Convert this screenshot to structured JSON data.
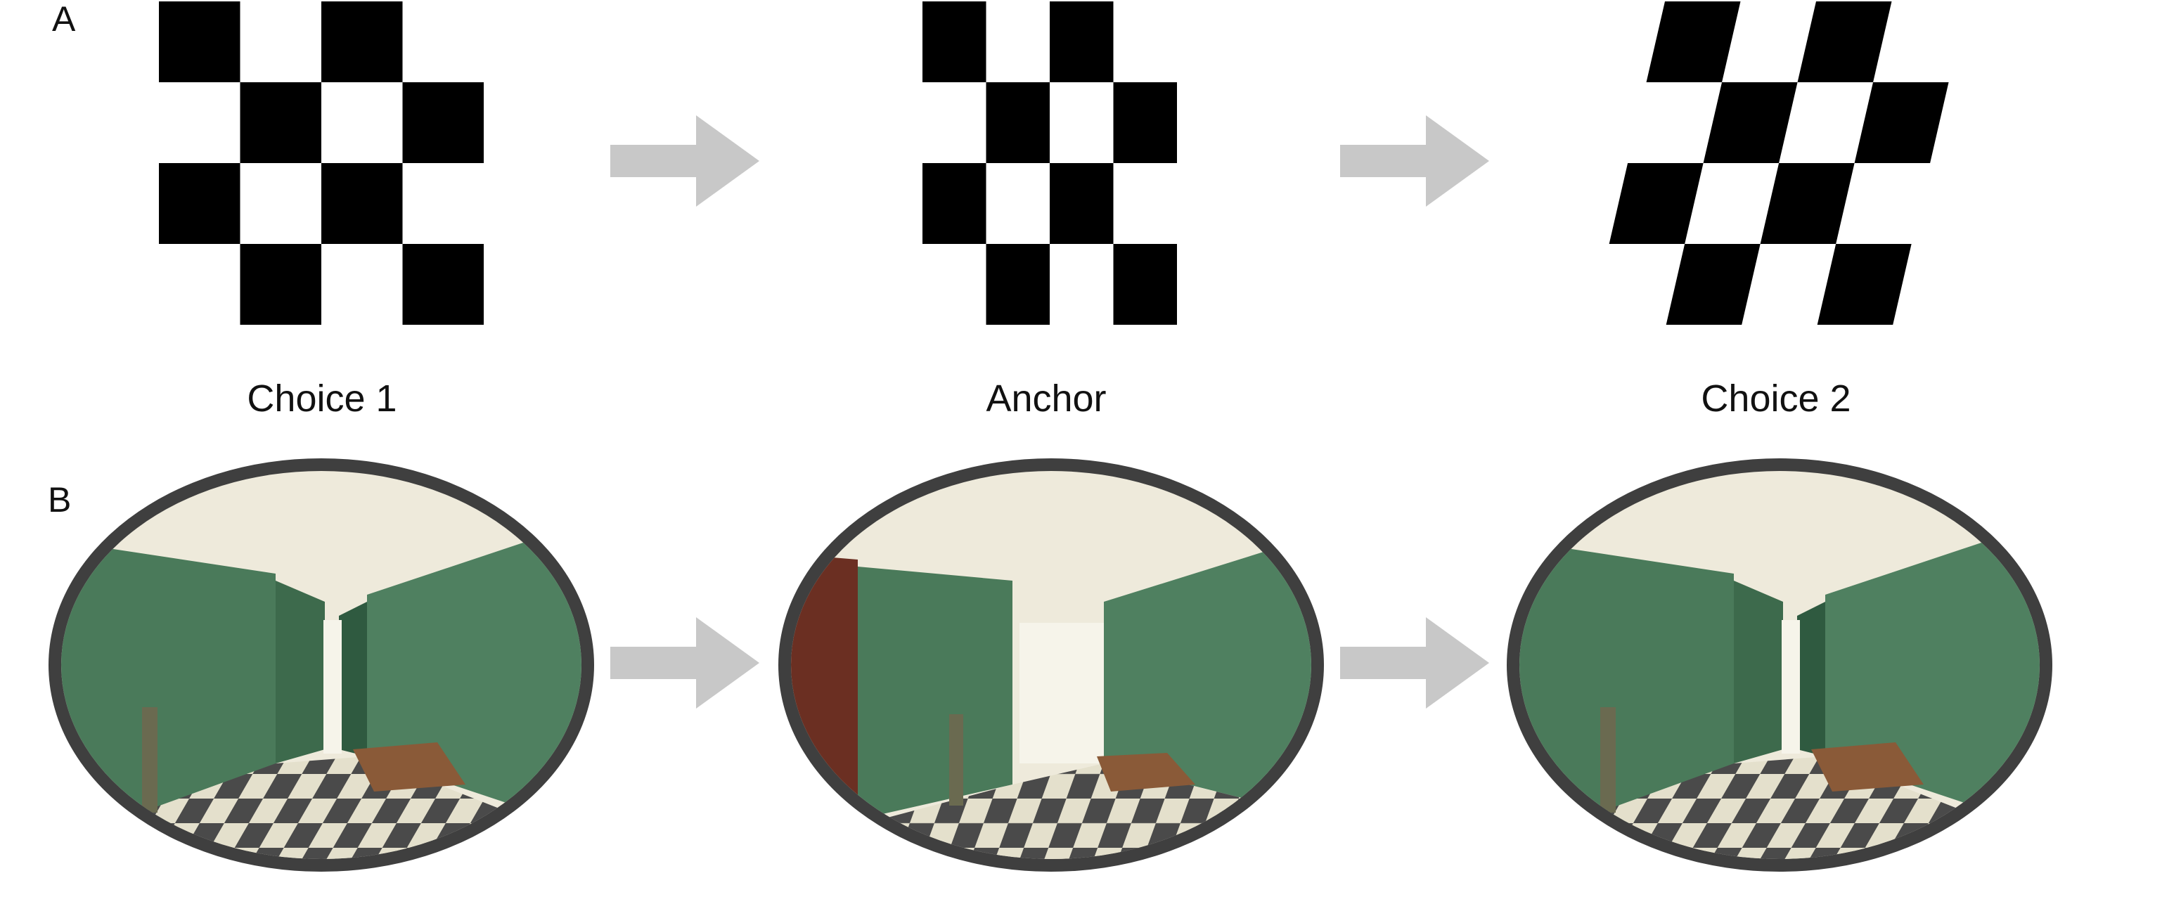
{
  "panels": {
    "a": {
      "letter": "A"
    },
    "b": {
      "letter": "B"
    }
  },
  "captions": {
    "choice_1": "Choice 1",
    "anchor": "Anchor",
    "choice_2": "Choice 2"
  },
  "colors": {
    "checker_dark": "#000000",
    "checker_light": "#ffffff",
    "arrow": "#c8c8c8",
    "lens_frame": "#3f3f3f",
    "wall_green": "#4a7a5a",
    "ceiling": "#eeeadb",
    "floor_light": "#e4e0cc",
    "floor_dark": "#4a4a4a"
  },
  "icons": {
    "arrow": "right-arrow-icon"
  }
}
